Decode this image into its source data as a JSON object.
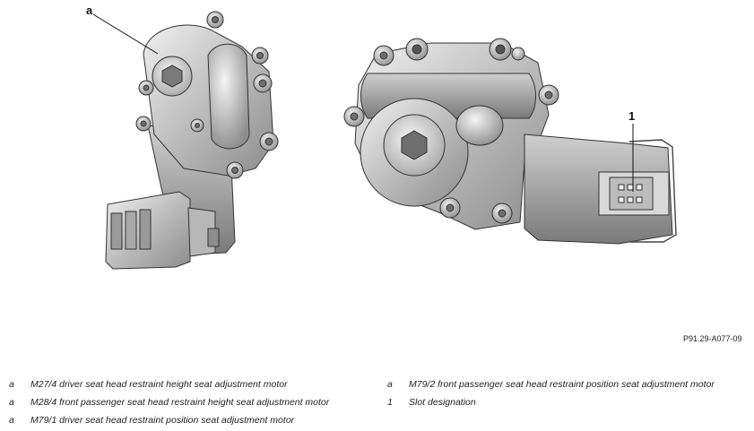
{
  "figure": {
    "callouts": {
      "a": "a",
      "one": "1"
    },
    "figure_id": "P91.29-A077-09"
  },
  "legend": {
    "left": [
      {
        "key": "a",
        "text": "M27/4 driver seat head restraint height seat adjustment motor"
      },
      {
        "key": "a",
        "text": "M28/4 front passenger seat head restraint height seat adjustment motor"
      },
      {
        "key": "a",
        "text": "M79/1 driver seat head restraint position seat adjustment motor"
      }
    ],
    "right": [
      {
        "key": "a",
        "text": "M79/2 front passenger seat head restraint position seat adjustment motor"
      },
      {
        "key": "1",
        "text": "Slot designation"
      }
    ]
  }
}
